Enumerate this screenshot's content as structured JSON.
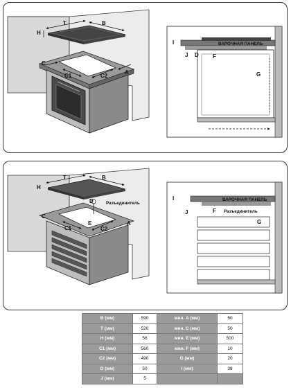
{
  "diagram1": {
    "labels": {
      "H": "H",
      "T": "T",
      "B": "B",
      "C": "C",
      "A": "A",
      "C1": "C1",
      "C2": "C2",
      "I": "I",
      "J": "J",
      "F": "F",
      "G": "G",
      "D": "D",
      "panel": "ВАРОЧНАЯ ПАНЕЛЬ"
    }
  },
  "diagram2": {
    "labels": {
      "H": "H",
      "T": "T",
      "B": "B",
      "C": "C",
      "A": "A",
      "C1": "C1",
      "C2": "C2",
      "D": "D",
      "E": "E",
      "I": "I",
      "J": "J",
      "F": "F",
      "G": "G",
      "disconnector": "Разъединитель",
      "panel": "ВАРОЧНАЯ ПАНЕЛЬ"
    }
  },
  "table": {
    "rows": [
      {
        "k1": "B (мм)",
        "v1": "590",
        "k2": "мин. A (мм)",
        "v2": "50"
      },
      {
        "k1": "T (мм)",
        "v1": "520",
        "k2": "мин. C (мм)",
        "v2": "50"
      },
      {
        "k1": "H (мм)",
        "v1": "56",
        "k2": "мин. E (мм)",
        "v2": "500"
      },
      {
        "k1": "C1 (мм)",
        "v1": "560",
        "k2": "мин. F (мм)",
        "v2": "10"
      },
      {
        "k1": "C2 (мм)",
        "v1": "490",
        "k2": "G (мм)",
        "v2": "20"
      },
      {
        "k1": "D (мм)",
        "v1": "50",
        "k2": "I (мм)",
        "v2": "38"
      },
      {
        "k1": "J (мм)",
        "v1": "5",
        "k2": "",
        "v2": ""
      }
    ]
  }
}
